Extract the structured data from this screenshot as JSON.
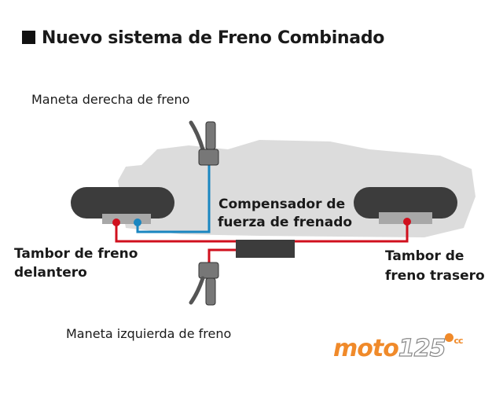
{
  "title": "Nuevo sistema de Freno Combinado",
  "labels": {
    "right_lever": "Maneta derecha de freno",
    "left_lever": "Maneta izquierda de freno",
    "compensator_line1": "Compensador de",
    "compensator_line2": "fuerza de frenado",
    "front_drum_line1": "Tambor de freno",
    "front_drum_line2": "delantero",
    "rear_drum_line1": "Tambor de",
    "rear_drum_line2": "freno trasero"
  },
  "logo": {
    "text": "moto",
    "number": "125",
    "suffix": "cc"
  },
  "colors": {
    "front_line": "#1a86c0",
    "combined_line": "#d0101e",
    "component": "#3c3c3c",
    "silhouette": "#dcdcdc",
    "accent": "#f08a2a"
  }
}
